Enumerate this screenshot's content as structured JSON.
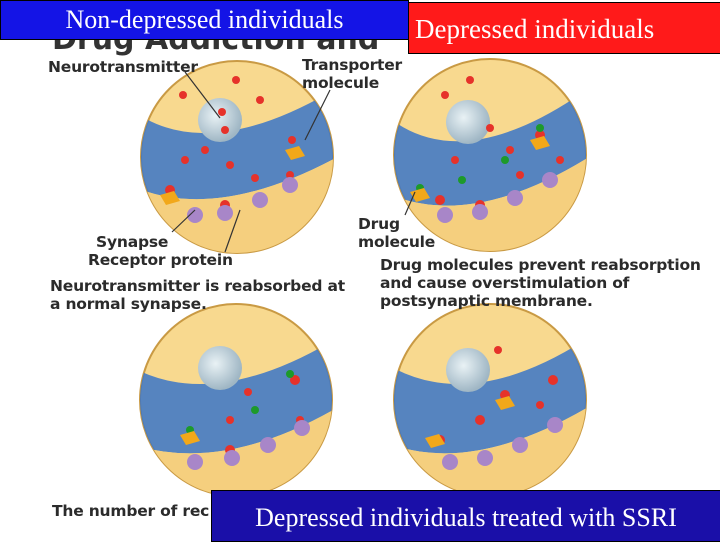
{
  "title_partial": "Drug Addiction and",
  "overlays": {
    "top_left": "Non-depressed individuals",
    "top_right": "Depressed individuals",
    "bottom": "Depressed individuals treated with SSRI"
  },
  "colors": {
    "top_left_box": "#1414e6",
    "top_right_box": "#ff1a1a",
    "bottom_box": "#1a0fa8",
    "cell_bg": "#f8d98f",
    "membrane": "#3a74c8",
    "neurotransmitter": "#e6322a",
    "drug_molecule": "#1d9a2a",
    "receptor": "#a886c8",
    "transporter": "#f2a81a"
  },
  "labels": {
    "neurotransmitter": "Neurotransmitter",
    "transporter_line1": "Transporter",
    "transporter_line2": "molecule",
    "synapse": "Synapse",
    "receptor_protein": "Receptor protein",
    "caption_left_line1": "Neurotransmitter is reabsorbed at",
    "caption_left_line2": "a normal synapse.",
    "drug_line1": "Drug",
    "drug_line2": "molecule",
    "caption_right_line1": "Drug molecules prevent reabsorption",
    "caption_right_line2": "and cause overstimulation of",
    "caption_right_line3": "postsynaptic membrane.",
    "caption_bottom_partial": "The number of rec"
  }
}
